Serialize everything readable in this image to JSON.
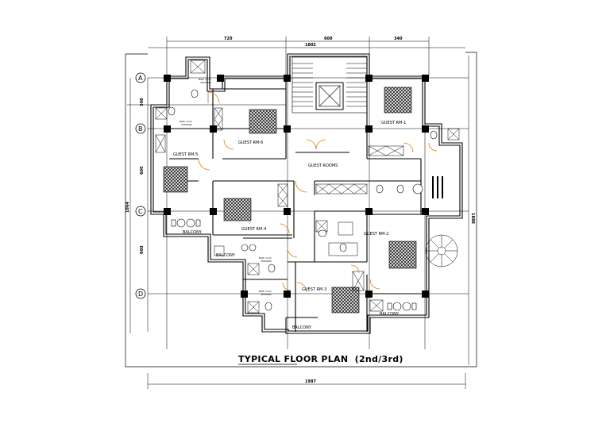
{
  "title": "TYPICAL FLOOR PLAN  (2nd/3rd)",
  "dimensions": {
    "top_total": "1802",
    "top_segments": [
      "720",
      "600",
      "340"
    ],
    "bottom_total": "1987",
    "left_total": "1864",
    "left_segments": [
      "308",
      "600",
      "600"
    ],
    "right_total": "1888"
  },
  "grid_labels": [
    "A",
    "B",
    "C",
    "D"
  ],
  "rooms": {
    "guest_rm_1": "GUEST RM-1",
    "guest_rm_2": "GUEST RM-2",
    "guest_rm_3": "GUEST RM-3",
    "guest_rm_4": "GUEST RM-4",
    "guest_rm_5": "GUEST RM-5",
    "guest_rm_6": "GUEST RM-6",
    "guest_rooms": "GUEST ROOMS",
    "balcony": "BALCONY",
    "bath_room": "Bath room",
    "bath_room_sub": "300X600"
  },
  "colors": {
    "line": "#000000",
    "wall_fill": "#ffffff",
    "hatch": "#333333"
  }
}
